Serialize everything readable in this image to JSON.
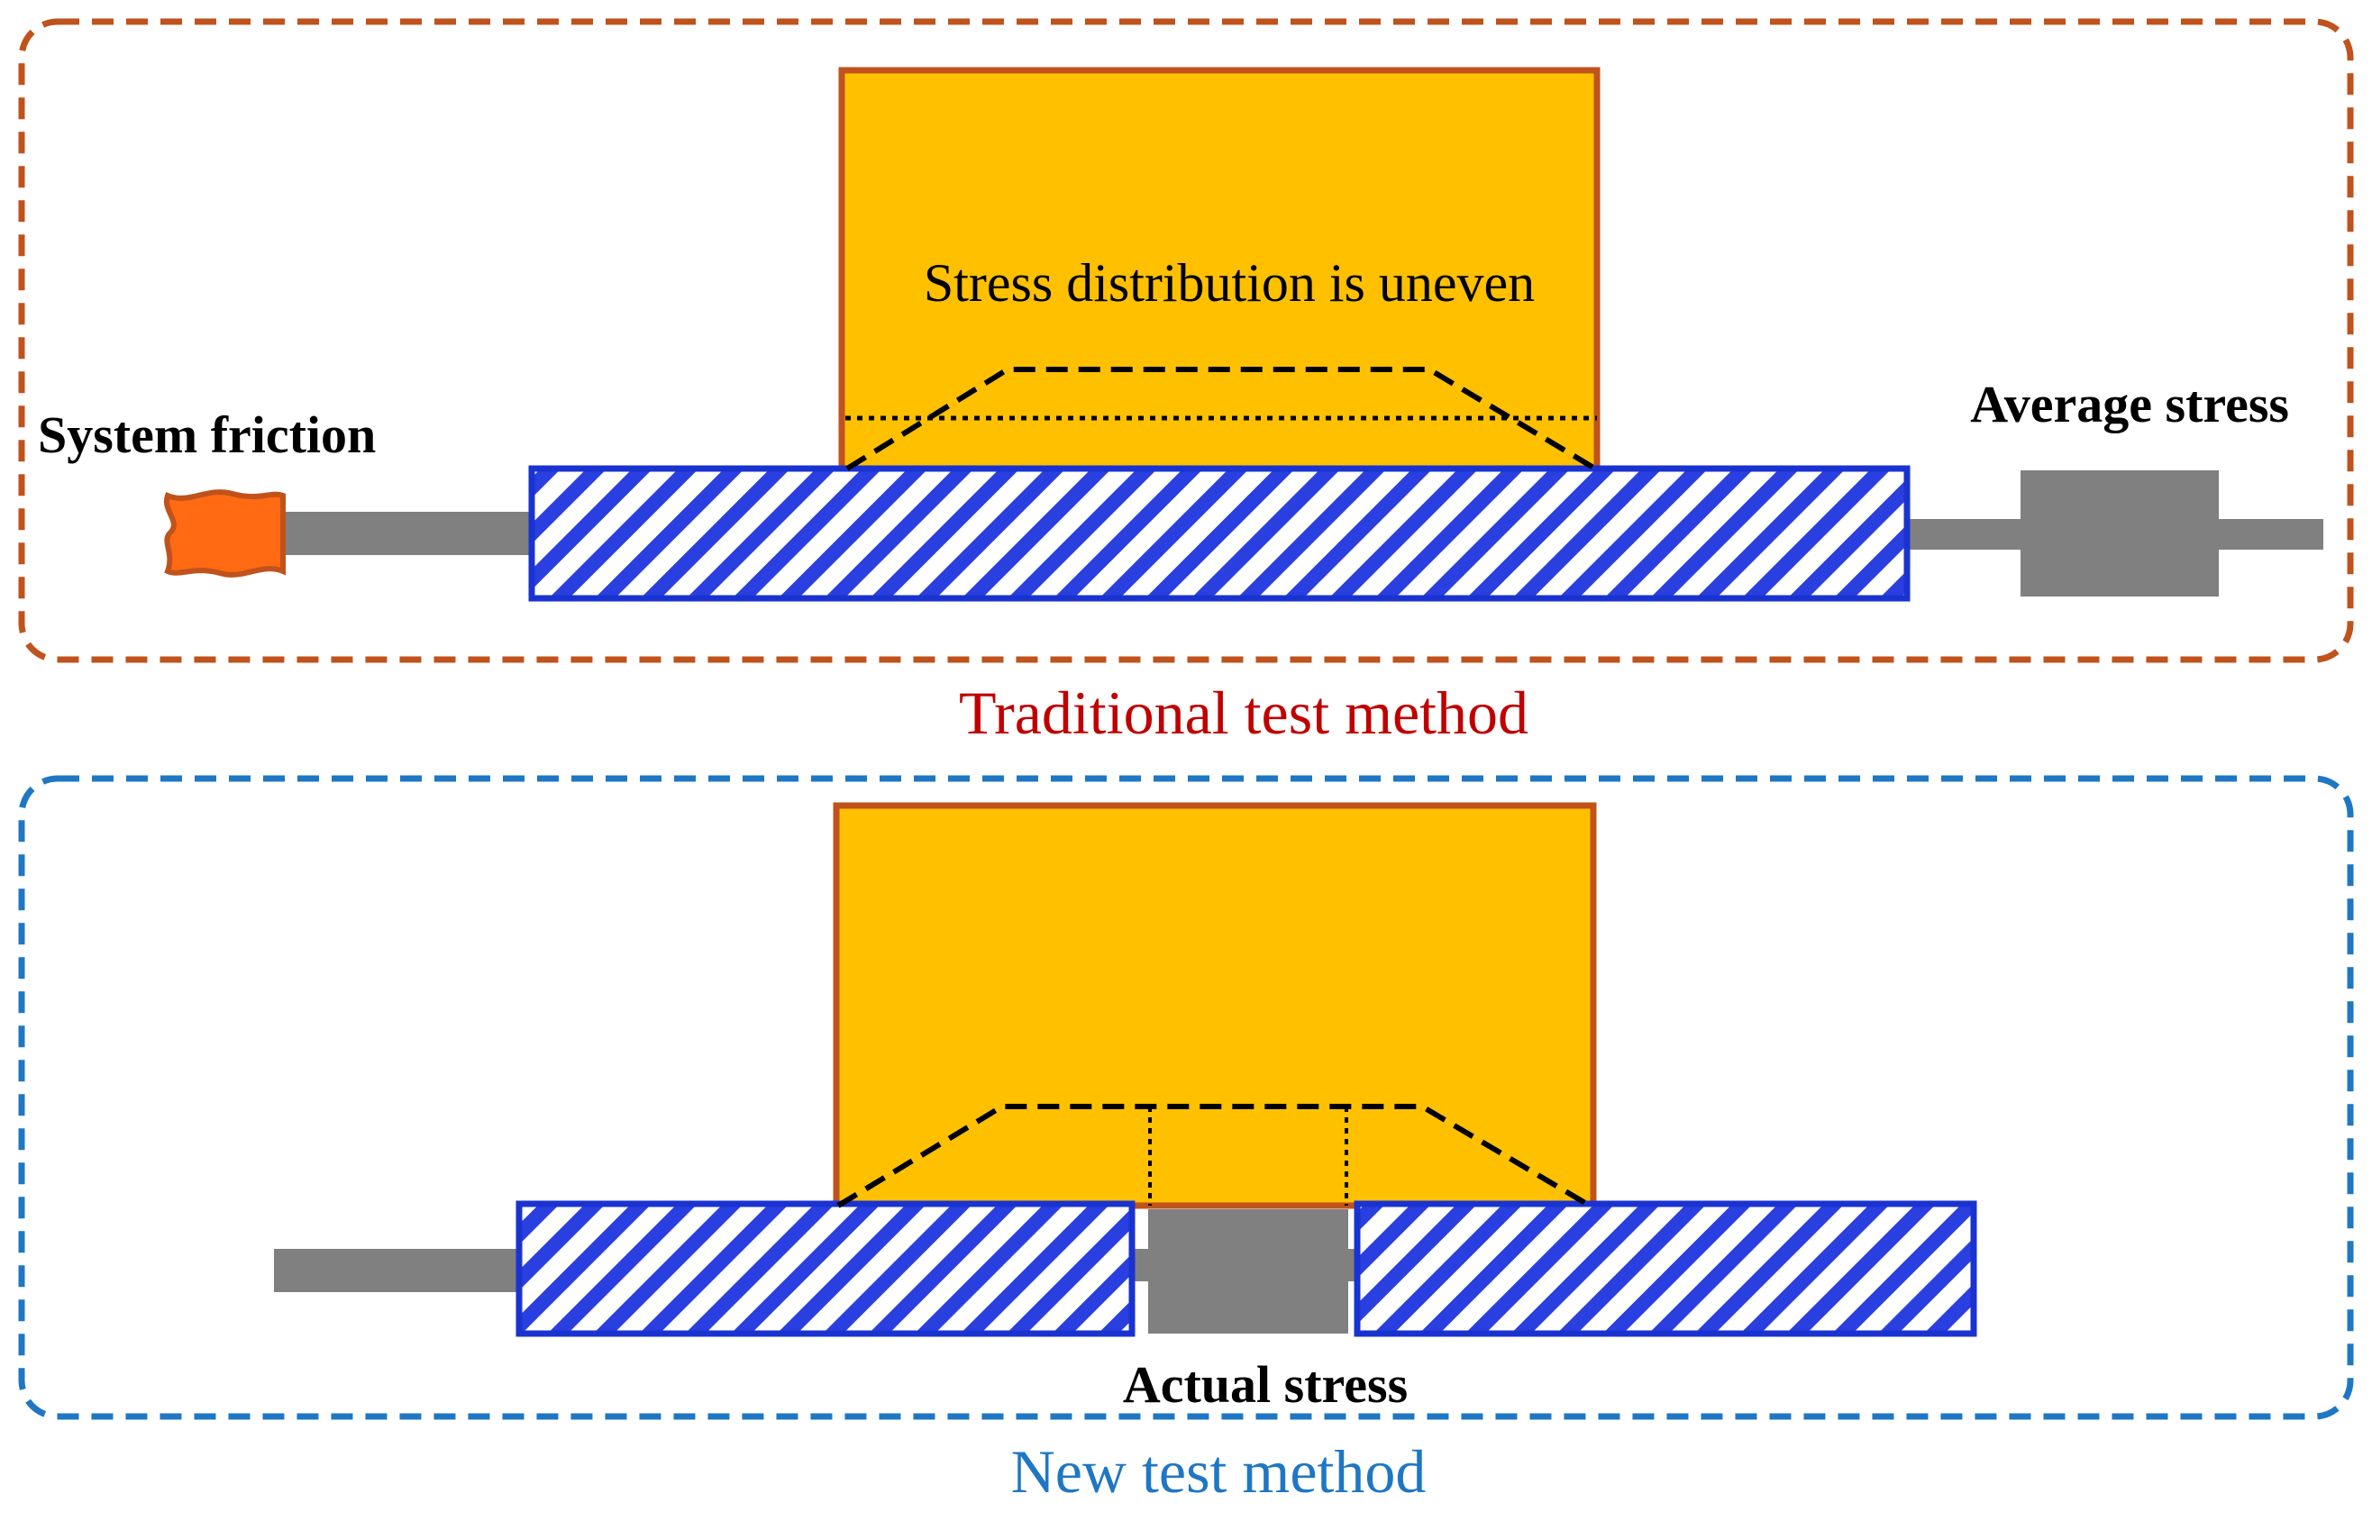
{
  "colors": {
    "traditional_frame": "#c0521c",
    "new_frame": "#1f77c4",
    "traditional_caption": "#c00000",
    "new_caption": "#1f77c4",
    "block_fill": "#ffc000",
    "block_border": "#c0521c",
    "specimen_border": "#1a33d0",
    "specimen_hatch": "#2a3fe0",
    "rod": "#808080",
    "friction_fill": "#ff6a13"
  },
  "traditional": {
    "caption": "Traditional test method",
    "note": "Stress distribution is uneven",
    "left_label": "System friction",
    "right_label": "Average stress"
  },
  "new": {
    "caption": "New test method",
    "bottom_label": "Actual stress"
  }
}
